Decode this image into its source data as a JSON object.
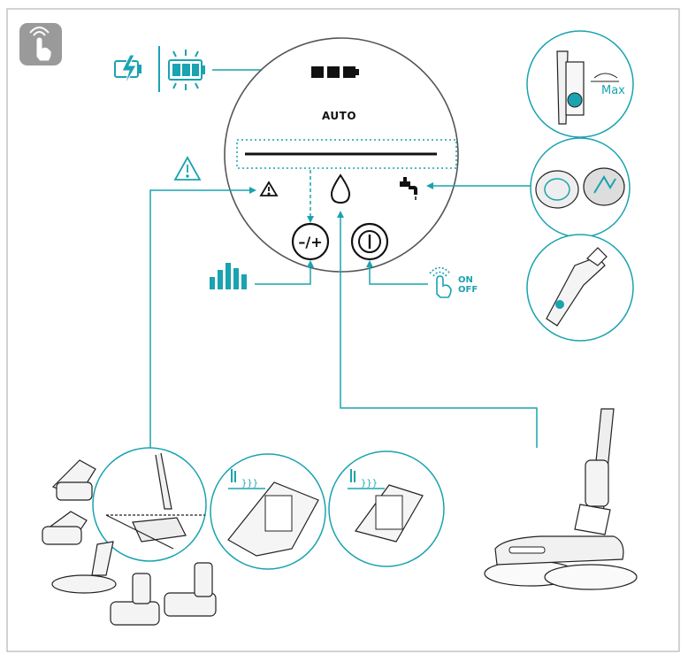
{
  "panel": {
    "mode_label": "AUTO"
  },
  "callouts": {
    "max_label": "Max",
    "on_label": "ON",
    "off_label": "OFF"
  },
  "colors": {
    "accent": "#1aa3b0",
    "line": "#111111",
    "panel_border": "#555555",
    "hand_icon_bg": "#9a9a9a"
  },
  "icons": [
    "touch-hand-icon",
    "battery-charging-icon",
    "battery-level-icon",
    "battery-status-icon",
    "warning-triangle-icon",
    "water-drop-icon",
    "faucet-icon",
    "minus-plus-icon",
    "power-icon",
    "suction-bars-icon",
    "tap-on-off-icon"
  ]
}
